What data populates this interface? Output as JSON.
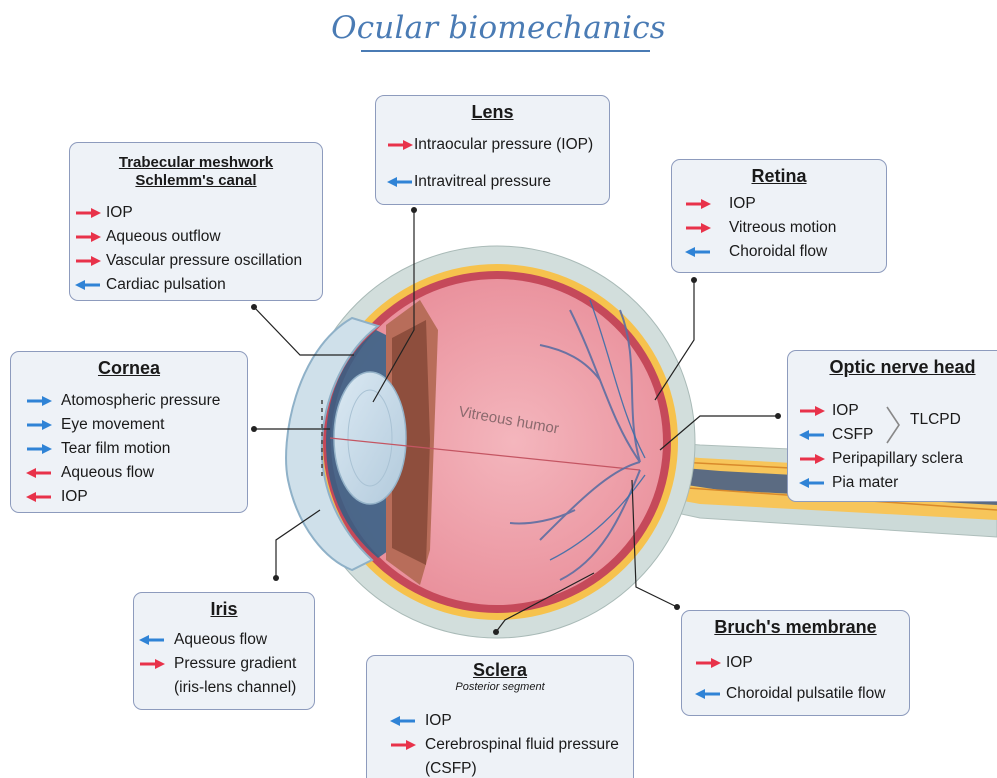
{
  "title": "Ocular biomechanics",
  "diagram_label": "Vitreous humor",
  "colors": {
    "red_arrow": "#e8324a",
    "blue_arrow": "#2f83d6",
    "box_fill": "#eef2f7",
    "box_border": "#8d9bbd",
    "title": "#4a7bb4"
  },
  "boxes": {
    "lens": {
      "title": "Lens",
      "items": [
        {
          "label": "Intraocular pressure (IOP)",
          "arrow": "red-right"
        },
        {
          "label": "Intravitreal pressure",
          "arrow": "blue-left"
        }
      ]
    },
    "trabecular": {
      "title_line1": "Trabecular meshwork",
      "title_line2": "Schlemm's canal",
      "items": [
        {
          "label": "IOP",
          "arrow": "red-right"
        },
        {
          "label": "Aqueous outflow",
          "arrow": "red-right"
        },
        {
          "label": "Vascular pressure oscillation",
          "arrow": "red-right"
        },
        {
          "label": "Cardiac pulsation",
          "arrow": "blue-left"
        }
      ]
    },
    "retina": {
      "title": "Retina",
      "items": [
        {
          "label": "IOP",
          "arrow": "red-right"
        },
        {
          "label": "Vitreous motion",
          "arrow": "red-right"
        },
        {
          "label": "Choroidal flow",
          "arrow": "blue-left"
        }
      ]
    },
    "cornea": {
      "title": "Cornea",
      "items": [
        {
          "label": "Atomospheric pressure",
          "arrow": "blue-right"
        },
        {
          "label": "Eye movement",
          "arrow": "blue-right"
        },
        {
          "label": "Tear film motion",
          "arrow": "blue-right"
        },
        {
          "label": "Aqueous flow",
          "arrow": "red-left"
        },
        {
          "label": "IOP",
          "arrow": "red-left"
        }
      ]
    },
    "optic": {
      "title": "Optic nerve head",
      "tlcpd": "TLCPD",
      "items": [
        {
          "label": "IOP",
          "arrow": "red-right"
        },
        {
          "label": "CSFP",
          "arrow": "blue-left"
        },
        {
          "label": "Peripapillary sclera",
          "arrow": "red-right"
        },
        {
          "label": "Pia mater",
          "arrow": "blue-left"
        }
      ]
    },
    "iris": {
      "title": "Iris",
      "items": [
        {
          "label": "Aqueous flow",
          "arrow": "blue-left"
        },
        {
          "label": "Pressure gradient",
          "arrow": "red-right"
        },
        {
          "label": "(iris-lens channel)",
          "arrow": "none"
        }
      ]
    },
    "bruch": {
      "title": "Bruch's membrane",
      "items": [
        {
          "label": "IOP",
          "arrow": "red-right"
        },
        {
          "label": "Choroidal pulsatile flow",
          "arrow": "blue-left"
        }
      ]
    },
    "sclera": {
      "title": "Sclera",
      "subtitle": "Posterior segment",
      "items": [
        {
          "label": "IOP",
          "arrow": "blue-left"
        },
        {
          "label": "Cerebrospinal fluid pressure",
          "arrow": "red-right"
        },
        {
          "label": "(CSFP)",
          "arrow": "none"
        }
      ]
    }
  }
}
